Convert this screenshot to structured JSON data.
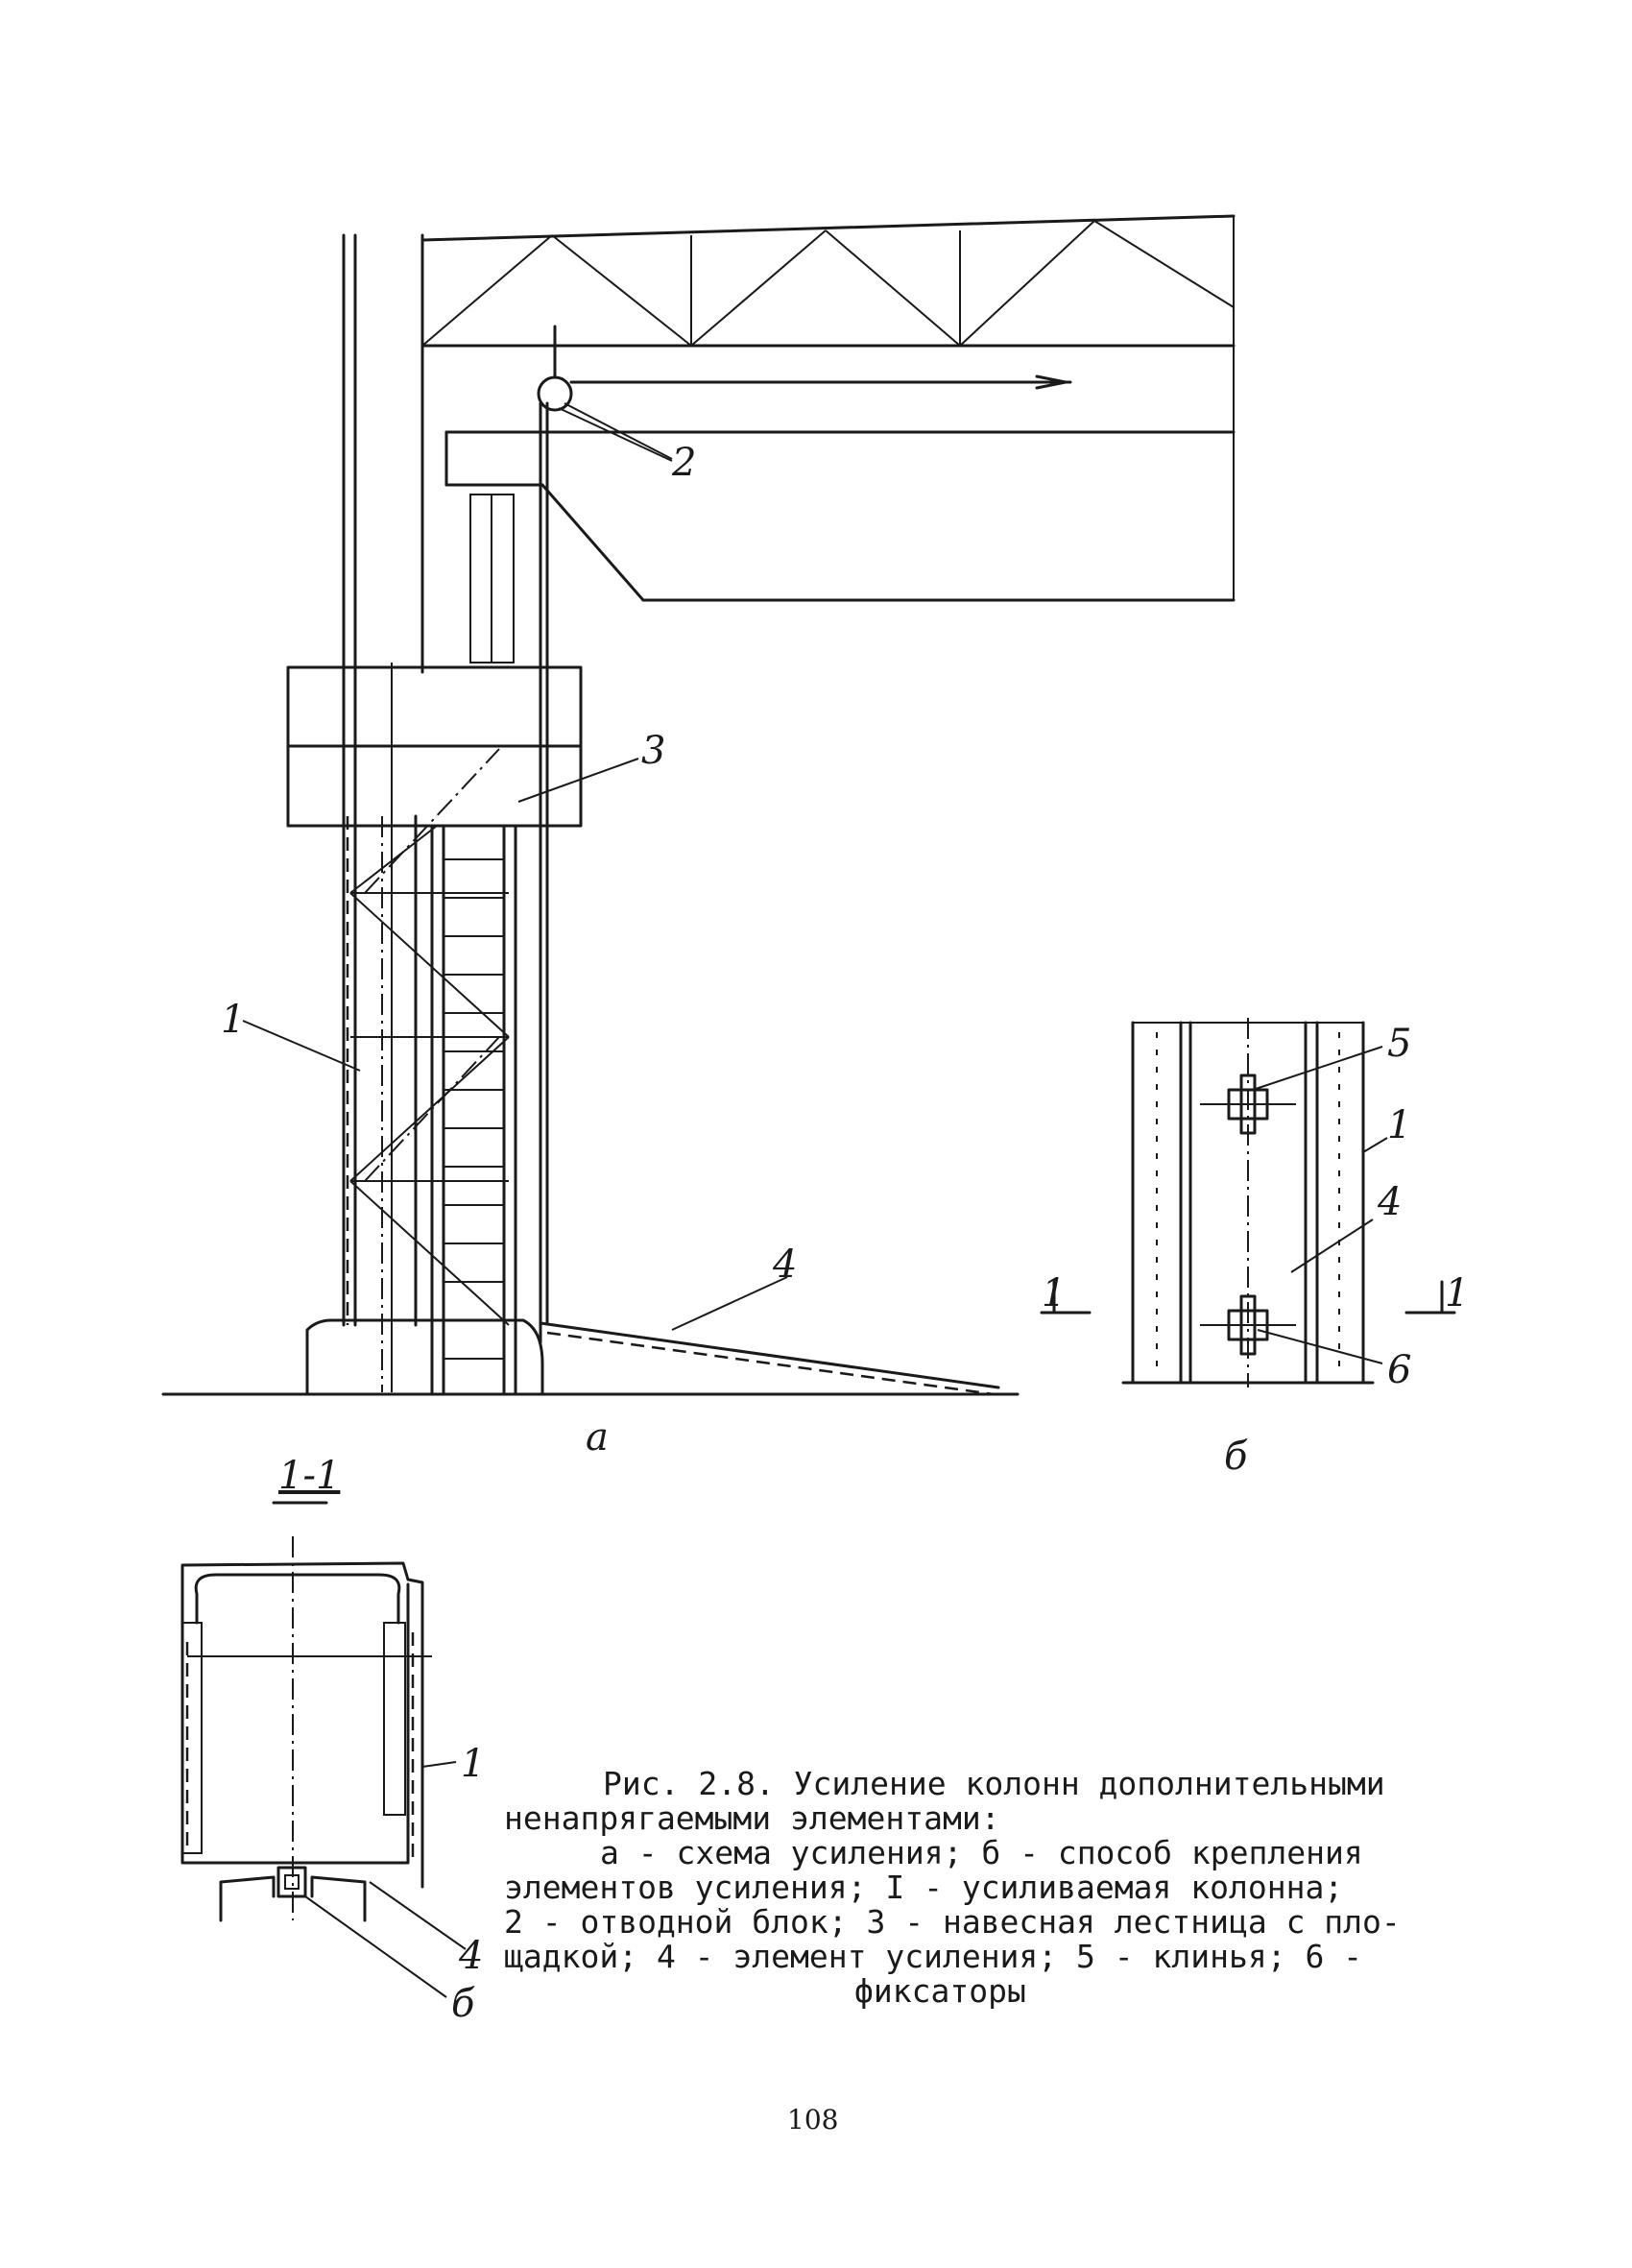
{
  "labels": {
    "col": "1",
    "block": "2",
    "ladder": "3",
    "element": "4",
    "wedges": "5",
    "fixators": "6",
    "view_a": "а",
    "view_b": "б",
    "section_mark": "1-1",
    "cut_left": "1",
    "cut_right": "1",
    "sec_col": "1",
    "sec_element": "4",
    "sec_b": "б"
  },
  "caption": {
    "line1": "Рис. 2.8. Усиление колонн дополнительными",
    "line2": "ненапрягаемыми элементами:",
    "line3": "а - схема усиления; б - способ крепления",
    "line4": "элементов усиления; I - усиливаемая колонна;",
    "line5": "2 - отводной блок; 3 - навесная лестница с пло-",
    "line6": "щадкой; 4 - элемент усиления; 5 - клинья; 6 -",
    "line7": "фиксаторы"
  },
  "page_number": "108"
}
